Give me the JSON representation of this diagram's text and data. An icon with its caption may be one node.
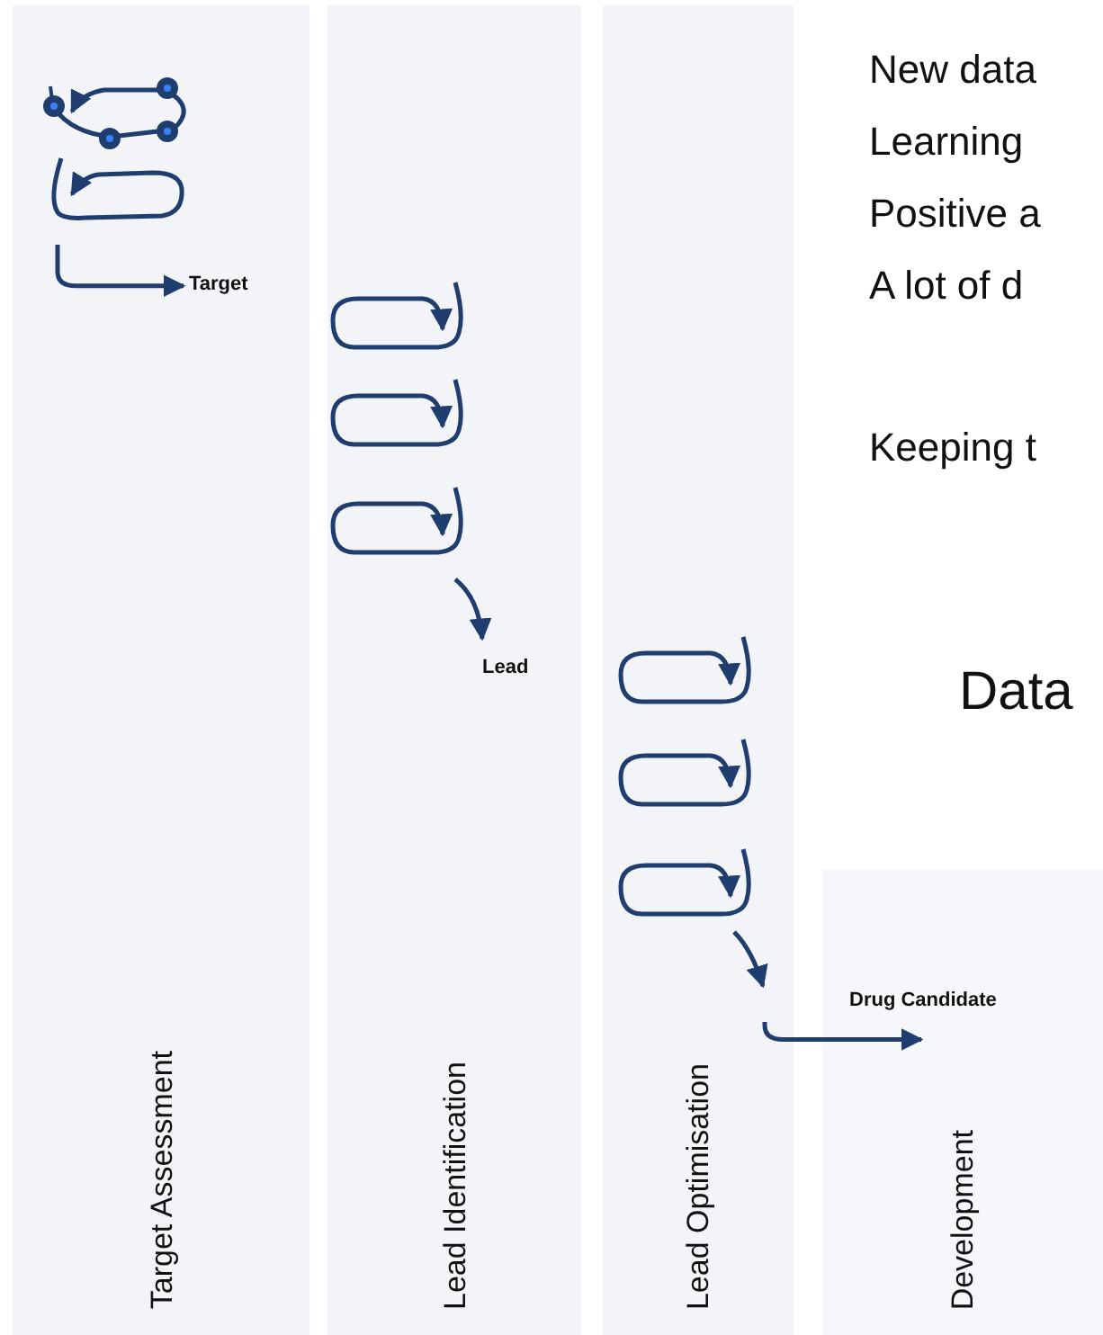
{
  "diagram": {
    "nodes": [
      {
        "text": [
          "Target Assessment"
        ]
      },
      {
        "text": [
          "Lead Identification"
        ]
      },
      {
        "text": [
          "Lead Optimisation"
        ]
      },
      {
        "text": [
          "Development"
        ]
      },
      {
        "text": [
          "Target"
        ],
        "in": 0
      },
      {
        "text": [
          "Lead"
        ],
        "in": 1
      },
      {
        "text": [
          "Drug Candidate"
        ],
        "in": 3
      }
    ],
    "edges": [
      {
        "from": null,
        "to": 4,
        "arrow": "to"
      },
      {
        "from": null,
        "to": 5,
        "arrow": "to"
      },
      {
        "from": 2,
        "to": 6,
        "arrow": "to"
      }
    ],
    "labels": [
      "New data",
      "Learning",
      "Positive a",
      "A lot of d",
      "Keeping t",
      "Data"
    ]
  }
}
